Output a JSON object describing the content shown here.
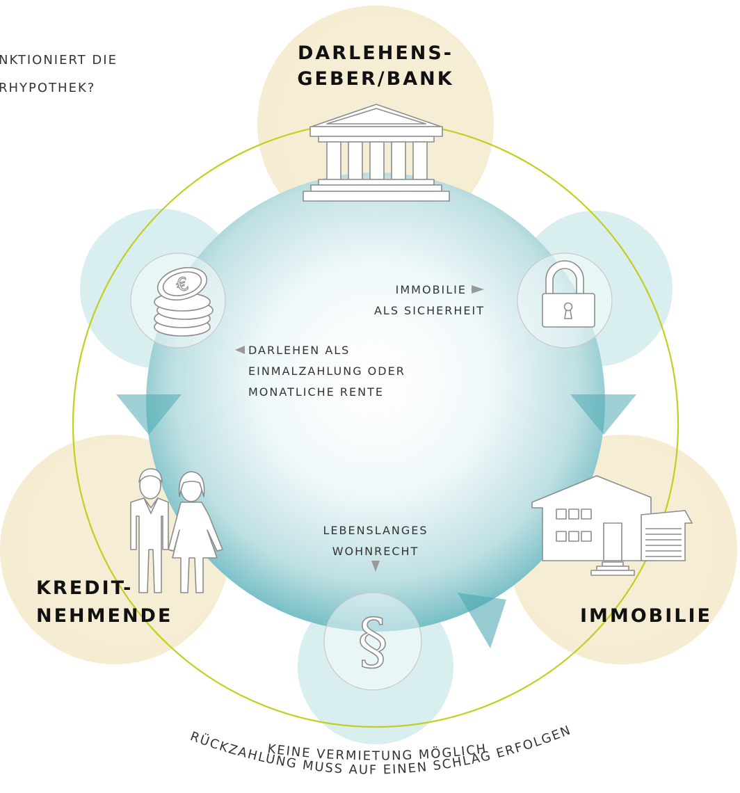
{
  "title": {
    "line1": "NKTIONIERT DIE",
    "line2": "RHYPOTHEK?"
  },
  "nodes": {
    "bank": {
      "line1": "DARLEHENS-",
      "line2": "GEBER/BANK",
      "icon": "bank-building-icon"
    },
    "borrower": {
      "line1": "KREDIT-",
      "line2": "NEHMENDE",
      "icon": "couple-icon"
    },
    "property": {
      "label": "IMMOBILIE",
      "icon": "house-icon"
    },
    "security": {
      "icon": "padlock-icon"
    },
    "money": {
      "icon": "euro-coins-icon"
    },
    "law": {
      "icon": "paragraph-icon"
    }
  },
  "flows": {
    "security": {
      "line1": "IMMOBILIE",
      "line2": "ALS SICHERHEIT"
    },
    "loan": {
      "line1": "DARLEHEN ALS",
      "line2": "EINMALZAHLUNG ODER",
      "line3": "MONATLICHE RENTE"
    },
    "residence": {
      "line1": "LEBENSLANGES",
      "line2": "WOHNRECHT"
    }
  },
  "conditions": {
    "inner": "KEINE VERMIETUNG MÖGLICH",
    "outer": "RÜCKZAHLUNG MUSS AUF EINEN SCHLAG ERFOLGEN"
  },
  "colors": {
    "ring": "#c2cf1d",
    "sand": "#f3e7c6",
    "teal": "#4ea9b3",
    "tealLight": "#d4eced",
    "icon": "#8c8c8c",
    "text": "#333333"
  }
}
